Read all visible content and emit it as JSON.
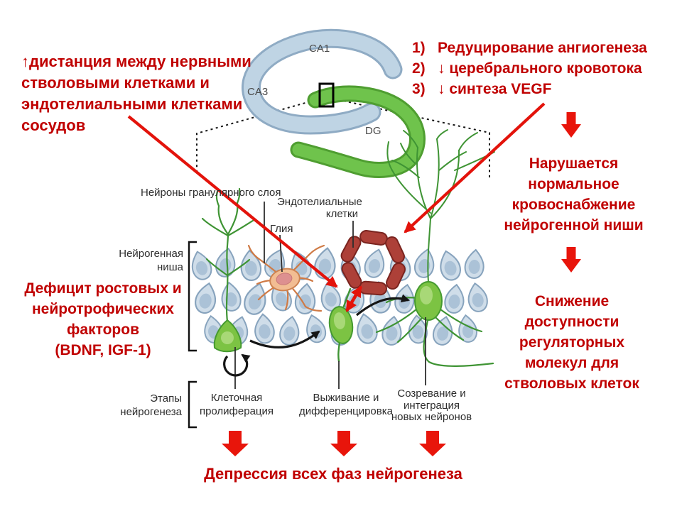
{
  "colors": {
    "note_red": "#c00000",
    "arrow_red": "#e8150b"
  },
  "top_left_note": {
    "lines": [
      "↑дистанция между нервными",
      "стволовыми клетками и",
      "эндотелиальными клетками",
      "сосудов"
    ]
  },
  "causes_list": {
    "items": [
      {
        "num": "1)",
        "text": "Редуцирование ангиогенеза"
      },
      {
        "num": "2)",
        "text": "↓ церебрального кровотока"
      },
      {
        "num": "3)",
        "text": "↓ синтеза VEGF"
      }
    ]
  },
  "right_flow": {
    "block1_lines": [
      "Нарушается",
      "нормальное",
      "кровоснабжение",
      "нейрогенной ниши"
    ],
    "block2_lines": [
      "Снижение",
      "доступности",
      "регуляторных",
      "молекул для",
      "стволовых клеток"
    ]
  },
  "left_note": {
    "lines": [
      "Дефицит ростовых и",
      "нейротрофических",
      "факторов",
      "(BDNF, IGF-1)"
    ]
  },
  "hippocampus_labels": {
    "ca1": "CA1",
    "ca3": "CA3",
    "dg": "DG"
  },
  "diagram_labels": {
    "granular_neurons": "Нейроны гранулярного слоя",
    "endothelial_lines": [
      "Эндотелиальные",
      "клетки"
    ],
    "glia": "Глия",
    "niche_lines": [
      "Нейрогенная",
      "ниша"
    ],
    "stages_lines": [
      "Этапы",
      "нейрогенеза"
    ],
    "stage1_lines": [
      "Клеточная",
      "пролиферация"
    ],
    "stage2_lines": [
      "Выживание и",
      "дифференцировка"
    ],
    "stage3_lines": [
      "Созревание и",
      "интеграция",
      "новых нейронов"
    ]
  },
  "bottom_note": {
    "text": "Депрессия всех фаз нейрогенеза"
  }
}
